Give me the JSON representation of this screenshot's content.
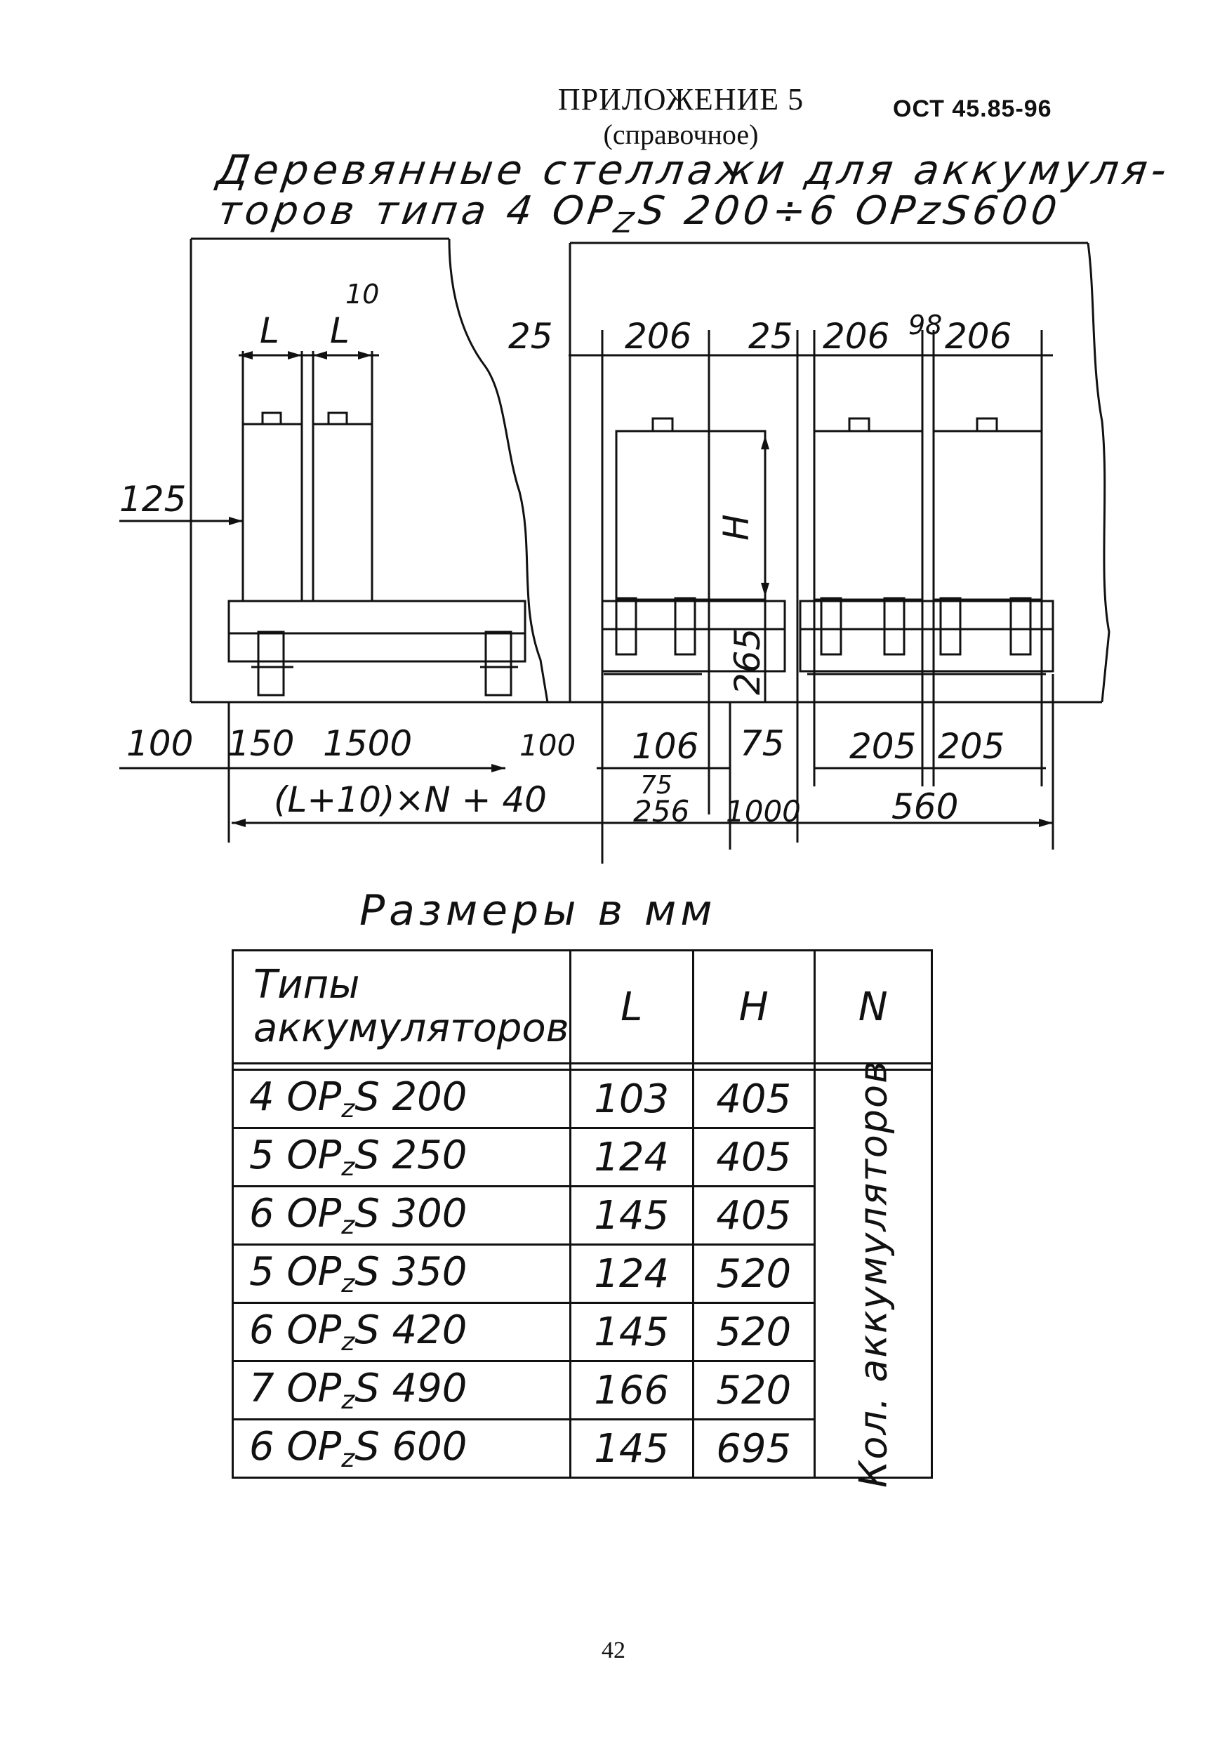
{
  "header": {
    "appendix": "ПРИЛОЖЕНИЕ 5",
    "note": "(справочное)",
    "standard": "ОСТ 45.85-96"
  },
  "title": {
    "line1": "Деревянные стеллажи для аккумуля-",
    "line2_prefix": "торов типа 4 OP",
    "line2_sub": "Z",
    "line2_suffix": "S 200÷6 OPzS600"
  },
  "drawing": {
    "dims": {
      "top_L1": "L",
      "top_L2": "L",
      "top_10": "10",
      "top_25a": "25",
      "top_206a": "206",
      "top_25b": "25",
      "top_206b": "206",
      "top_98": "98",
      "top_206c": "206",
      "left_125": "125",
      "height_H": "H",
      "height_265": "265",
      "bottom_100a": "100",
      "bottom_150": "150",
      "bottom_1500": "1500",
      "bottom_100b": "100",
      "bottom_106": "106",
      "bottom_75a": "75",
      "bottom_205a": "205",
      "bottom_205b": "205",
      "bottom_formula": "(L+10)×N + 40",
      "bottom_75b": "75",
      "bottom_256": "256",
      "bottom_1000": "1000",
      "bottom_560": "560"
    }
  },
  "caption": "Размеры в мм",
  "table": {
    "headers": {
      "types_line1": "Типы",
      "types_line2": "аккумуляторов",
      "L": "L",
      "H": "H",
      "N": "N"
    },
    "n_note": "Кол. аккумуляторов",
    "rows": [
      {
        "pre": "4 OP",
        "z": "z",
        "post": "S 200",
        "L": "103",
        "H": "405"
      },
      {
        "pre": "5 OP",
        "z": "z",
        "post": "S 250",
        "L": "124",
        "H": "405"
      },
      {
        "pre": "6 OP",
        "z": "z",
        "post": "S 300",
        "L": "145",
        "H": "405"
      },
      {
        "pre": "5 OP",
        "z": "z",
        "post": "S 350",
        "L": "124",
        "H": "520"
      },
      {
        "pre": "6 OP",
        "z": "z",
        "post": "S 420",
        "L": "145",
        "H": "520"
      },
      {
        "pre": "7 OP",
        "z": "z",
        "post": "S 490",
        "L": "166",
        "H": "520"
      },
      {
        "pre": "6 OP",
        "z": "z",
        "post": "S 600",
        "L": "145",
        "H": "695"
      }
    ]
  },
  "page_number": "42"
}
